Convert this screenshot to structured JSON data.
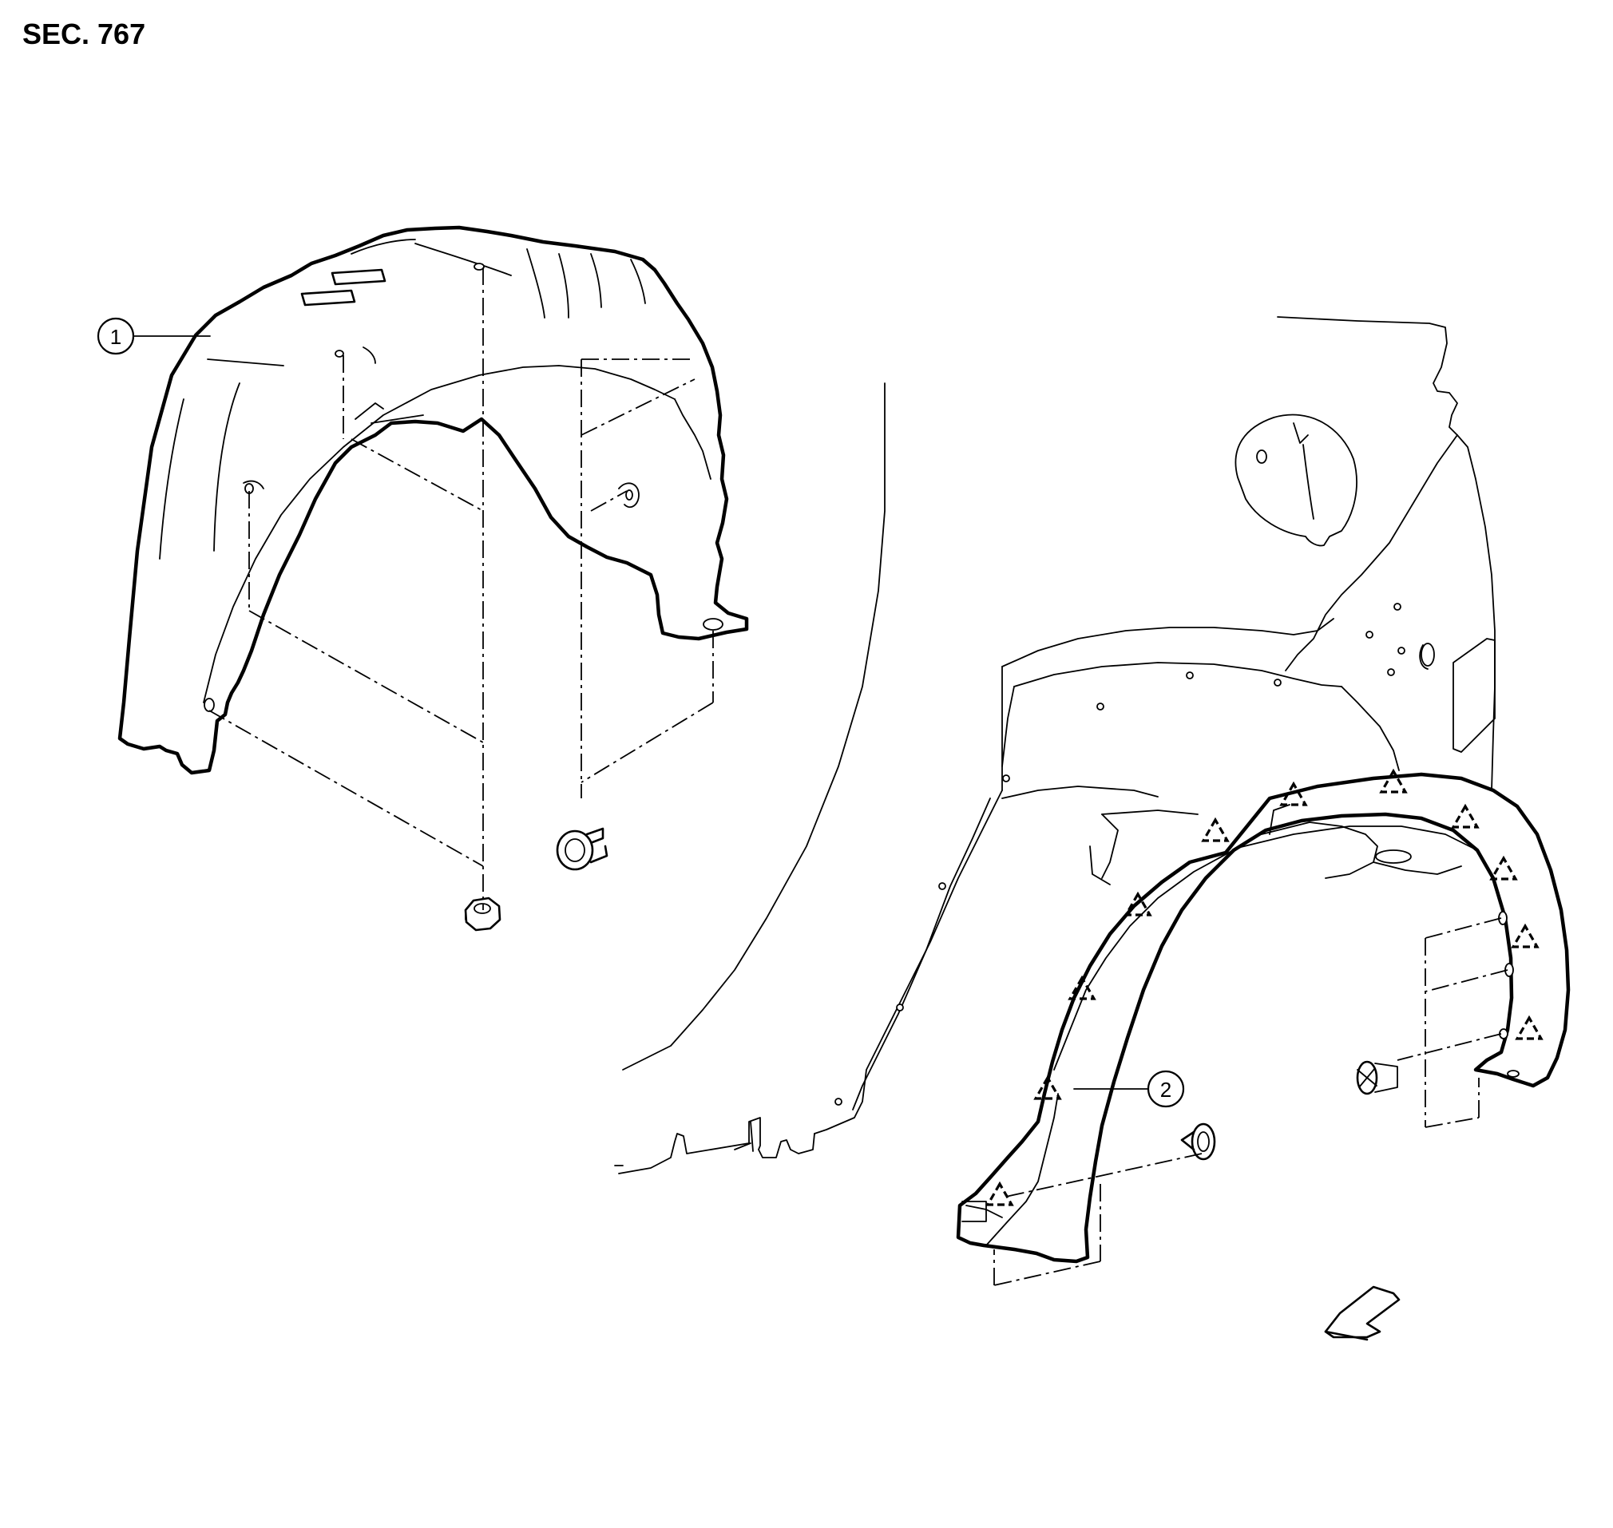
{
  "header": {
    "section": "SEC. 767"
  },
  "callouts": [
    {
      "label": "1"
    },
    {
      "label": "2"
    }
  ]
}
